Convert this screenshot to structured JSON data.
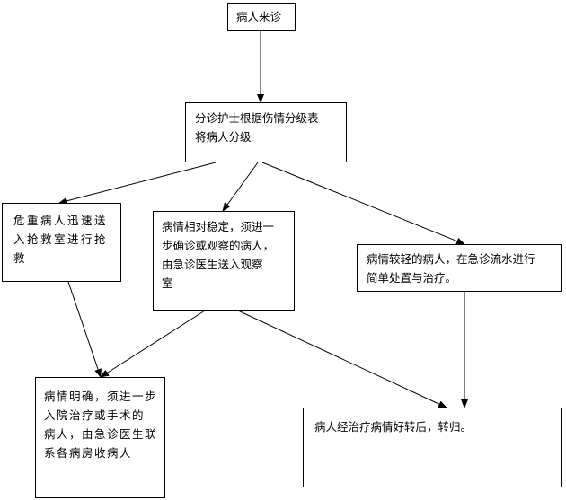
{
  "flowchart": {
    "start": {
      "text": "病人来诊"
    },
    "triage": {
      "lines": [
        "分诊护士根据伤情分级表",
        "将病人分级"
      ]
    },
    "critical": {
      "lines": [
        "危重病人迅速送",
        "入抢救室进行抢",
        "救"
      ]
    },
    "stable": {
      "lines": [
        "病情相对稳定，须进一",
        "步确诊或观察的病人，",
        "由急诊医生送入观察",
        "室"
      ]
    },
    "mild": {
      "lines": [
        "病情较轻的病人，在急诊流水进行",
        "简单处置与治疗。"
      ]
    },
    "admit": {
      "lines": [
        "病情明确，须进一步",
        "入院治疗或手术的",
        "病人，由急诊医生联",
        "系各病房收病人"
      ]
    },
    "discharge": {
      "text": "病人经治疗病情好转后，转归。"
    }
  },
  "colors": {
    "line": "#000000",
    "box_border": "#000000",
    "background": "#ffffff"
  }
}
